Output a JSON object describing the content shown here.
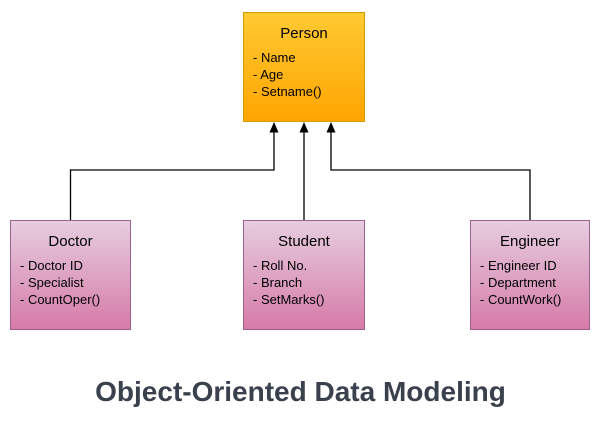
{
  "diagram": {
    "caption": "Object-Oriented Data Modeling",
    "nodes": {
      "person": {
        "name": "Person",
        "attributes": [
          "- Name",
          "- Age",
          "- Setname()"
        ]
      },
      "doctor": {
        "name": "Doctor",
        "attributes": [
          "- Doctor ID",
          "- Specialist",
          "- CountOper()"
        ]
      },
      "student": {
        "name": "Student",
        "attributes": [
          "- Roll No.",
          "- Branch",
          "- SetMarks()"
        ]
      },
      "engineer": {
        "name": "Engineer",
        "attributes": [
          "- Engineer ID",
          "- Department",
          "- CountWork()"
        ]
      }
    },
    "relations": [
      {
        "from": "Doctor",
        "to": "Person",
        "type": "arrow",
        "route": "elbow"
      },
      {
        "from": "Student",
        "to": "Person",
        "type": "arrow",
        "route": "straight"
      },
      {
        "from": "Engineer",
        "to": "Person",
        "type": "arrow",
        "route": "elbow"
      }
    ],
    "colors": {
      "person_fill_top": "#FFC932",
      "person_fill_bottom": "#FFA502",
      "person_border": "#D79B00",
      "subclass_fill_top": "#E6CDDF",
      "subclass_fill_bottom": "#D67BA8",
      "subclass_border": "#9E6290",
      "connector": "#000000",
      "caption_text": "#3A414D",
      "background": "#FFFFFF"
    }
  }
}
